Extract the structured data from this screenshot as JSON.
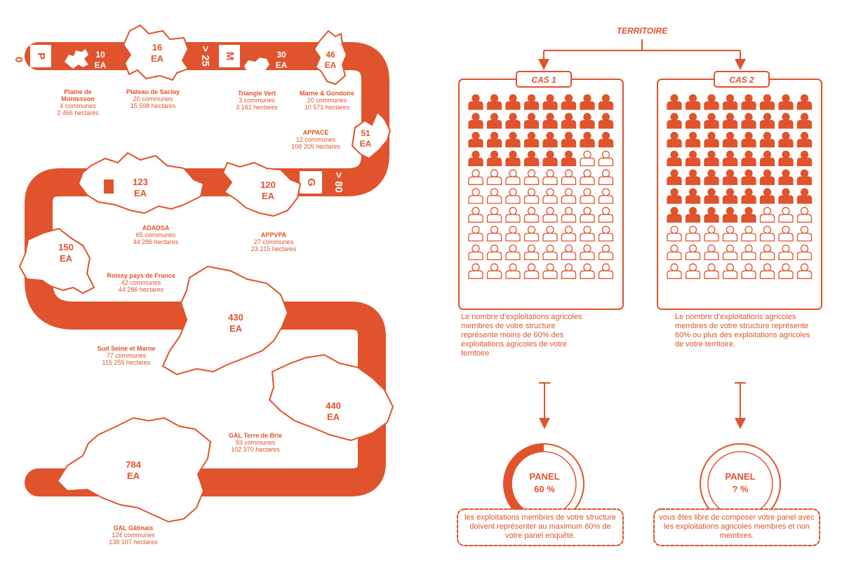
{
  "colors": {
    "accent": "#e0532c",
    "background": "#ffffff"
  },
  "scale": {
    "start_label": "0",
    "p_label": "P",
    "m_label": "M",
    "m_threshold": "> 25",
    "g_label": "G",
    "g_threshold": "> 80"
  },
  "territories": [
    {
      "count": "10",
      "unit": "EA",
      "name": "Plaine de Montesson",
      "communes": "4 communes",
      "hectares": "2 466 hectares"
    },
    {
      "count": "16",
      "unit": "EA",
      "name": "Plateau de Saclay",
      "communes": "20 communes",
      "hectares": "15 598 hectares"
    },
    {
      "count": "30",
      "unit": "EA",
      "name": "Triangle Vert",
      "communes": "3 communes",
      "hectares": "3 161 hectares"
    },
    {
      "count": "46",
      "unit": "EA",
      "name": "Marne & Gondoire",
      "communes": "20 communes",
      "hectares": "10 571 hectares"
    },
    {
      "count": "51",
      "unit": "EA",
      "name": "APPACE",
      "communes": "12 communes",
      "hectares": "108 205 hectares"
    },
    {
      "count": "120",
      "unit": "EA",
      "name": "APPVPA",
      "communes": "27 communes",
      "hectares": "23 215 hectares"
    },
    {
      "count": "123",
      "unit": "EA",
      "name": "ADADSA",
      "communes": "65 communes",
      "hectares": "44 286 hectares"
    },
    {
      "count": "150",
      "unit": "EA",
      "name": "Roissy pays de France",
      "communes": "42 communes",
      "hectares": "44 286 hectares"
    },
    {
      "count": "430",
      "unit": "EA",
      "name": "Sud Seine et Marne",
      "communes": "77 communes",
      "hectares": "115 255 hectares"
    },
    {
      "count": "440",
      "unit": "EA",
      "name": "GAL Terre de Brie",
      "communes": "93 communes",
      "hectares": "102 370 hectares"
    },
    {
      "count": "784",
      "unit": "EA",
      "name": "GAL Gâtinais",
      "communes": "124 communes",
      "hectares": "138 107 hectares"
    }
  ],
  "diagram": {
    "root_label": "TERRITOIRE",
    "cases": [
      {
        "label": "CAS 1",
        "filled_fraction": 0.38,
        "description": "Le nombre d’exploitations agricoles membres de votre structure représente moins de 60% des exploitations agricoles de votre territoire",
        "panel_label": "PANEL",
        "panel_value": "60 %",
        "panel_fraction": 0.6,
        "note": "les exploitations membres de votre structure doivent représenter au maximum 60% de votre panel enquêté."
      },
      {
        "label": "CAS 2",
        "filled_fraction": 0.66,
        "description": "Le nombre d’exploitations agricoles membres de votre structure représente 60% ou plus des exploitations agricoles de votre territoire.",
        "panel_label": "PANEL",
        "panel_value": "? %",
        "panel_fraction": 0,
        "note": "vous êtes libre de composer votre panel avec les exploitations agricoles membres et non membres."
      }
    ]
  }
}
